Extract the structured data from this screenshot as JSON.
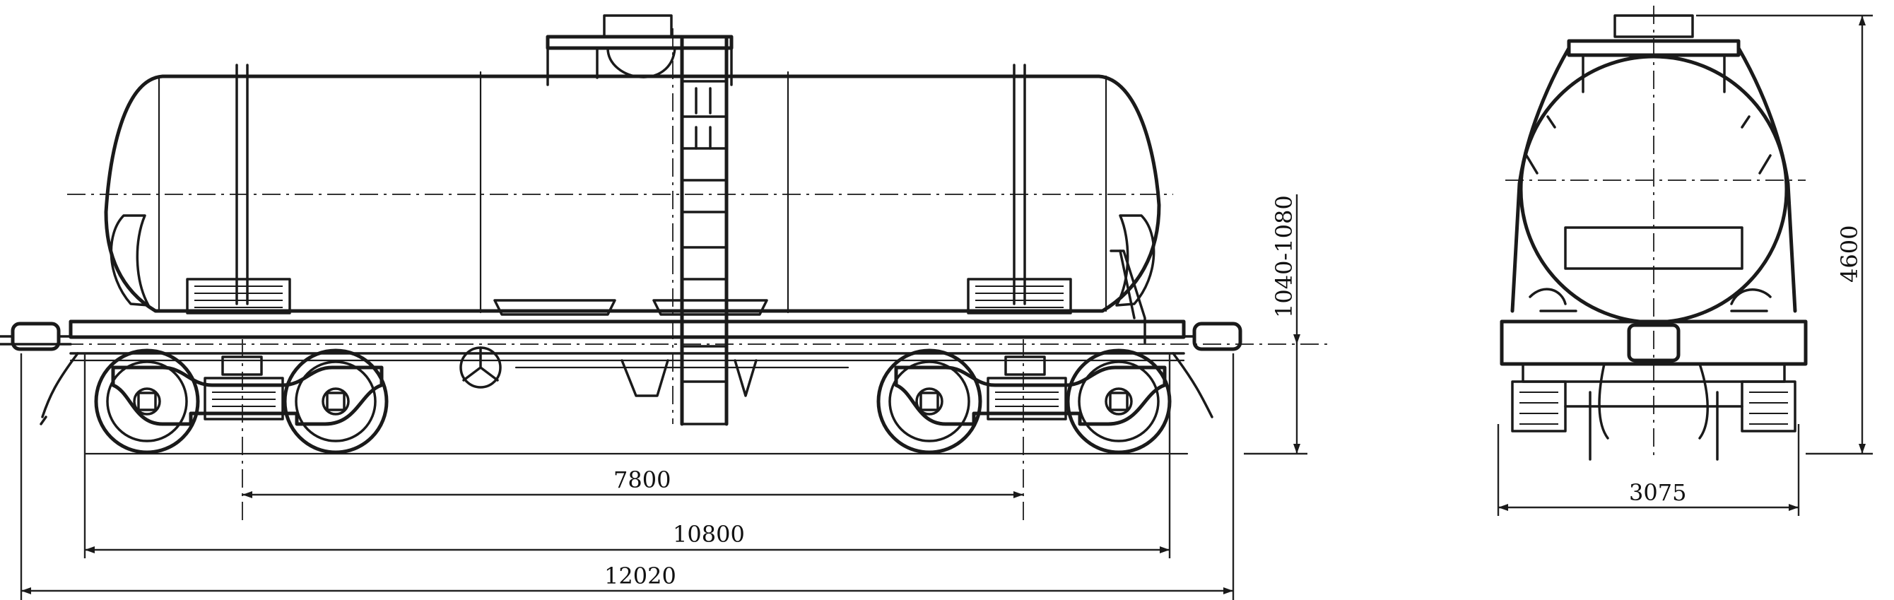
{
  "dimensions": {
    "bogie_center_distance": "7800",
    "length_over_frame": "10800",
    "length_over_couplers": "12020",
    "coupler_height": "1040-1080",
    "width": "3075",
    "height": "4600"
  }
}
